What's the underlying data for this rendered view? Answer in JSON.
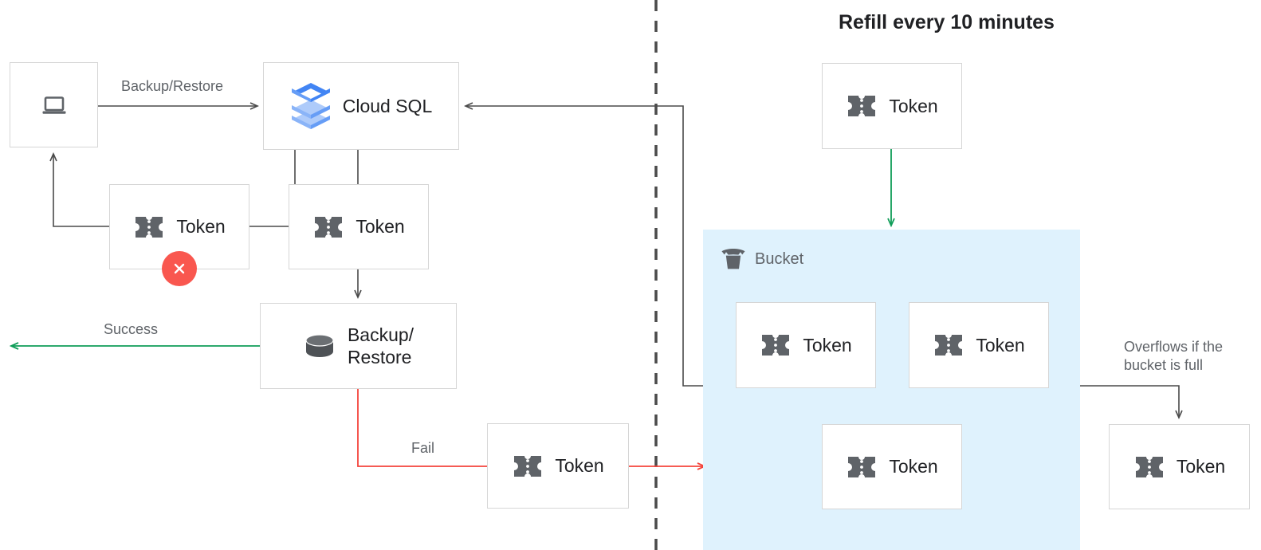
{
  "title": "Refill every 10 minutes",
  "colors": {
    "ink": "#202124",
    "muted": "#5f6368",
    "box_border": "#d6d6d6",
    "bucket_fill": "#dff2fd",
    "wire_dark": "#4a4a4a",
    "wire_green": "#0f9d58",
    "wire_red": "#f4443c",
    "error_badge": "#f9574f",
    "cloudsql_blue": "#4285f4",
    "cloudsql_blue_light": "#aecbfa",
    "icon_gray": "#5f6368"
  },
  "nodes": {
    "client": {
      "label": "",
      "icon": "laptop-icon"
    },
    "cloud_sql": {
      "label": "Cloud SQL",
      "icon": "cloud-sql-icon"
    },
    "token_failed": {
      "label": "Token",
      "icon": "token-icon",
      "badge": "error-x"
    },
    "token_consumed": {
      "label": "Token",
      "icon": "token-icon"
    },
    "backup_restore": {
      "label": "Backup/\nRestore",
      "icon": "database-icon"
    },
    "token_fail_path": {
      "label": "Token",
      "icon": "token-icon"
    },
    "token_refill": {
      "label": "Token",
      "icon": "token-icon"
    },
    "token_bucket_1": {
      "label": "Token",
      "icon": "token-icon"
    },
    "token_bucket_2": {
      "label": "Token",
      "icon": "token-icon"
    },
    "token_bucket_3": {
      "label": "Token",
      "icon": "token-icon"
    },
    "token_overflow": {
      "label": "Token",
      "icon": "token-icon"
    }
  },
  "bucket": {
    "label": "Bucket",
    "icon": "bucket-icon"
  },
  "edges": {
    "backup_restore_label": "Backup/Restore",
    "success_label": "Success",
    "fail_label": "Fail",
    "overflow_label": "Overflows if the\nbucket is full"
  }
}
